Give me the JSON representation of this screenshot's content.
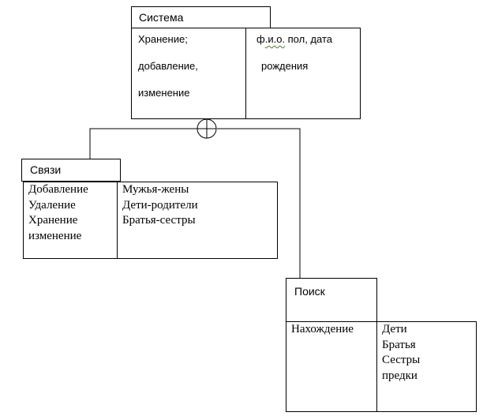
{
  "system": {
    "title": "Система",
    "functions": [
      "Хранение;",
      "добавление,",
      "изменение"
    ],
    "data_prefix": "ф",
    "data_wavy": ".и.о.",
    "data_rest": " пол, дата",
    "data_line2": "рождения"
  },
  "links": {
    "title": "Связи",
    "functions": [
      "Добавление",
      "Удаление",
      "Хранение",
      "изменение"
    ],
    "data": [
      "Мужья-жены",
      "Дети-родители",
      "Братья-сестры"
    ]
  },
  "search": {
    "title": "Поиск",
    "functions": [
      "Нахождение"
    ],
    "data": [
      "Дети",
      "Братья",
      "Сестры",
      "предки"
    ]
  }
}
